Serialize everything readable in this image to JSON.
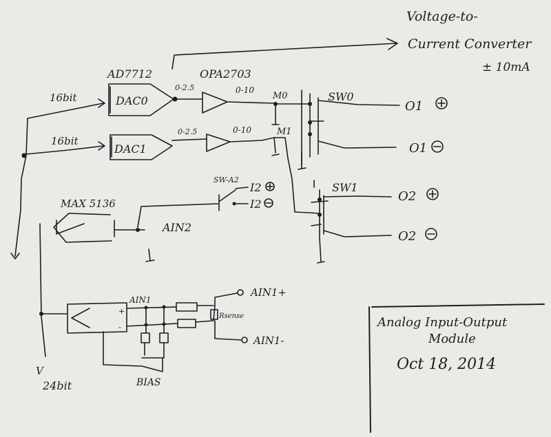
{
  "title_block": {
    "line1": "Analog Input-Output",
    "line2": "Module",
    "date": "Oct 18, 2014"
  },
  "converter_note": {
    "line1": "Voltage-to-",
    "line2": "Current Converter",
    "range": "± 10mA"
  },
  "bits": {
    "dac0_in": "16bit",
    "dac1_in": "16bit",
    "adc_out": "24bit",
    "v": "V"
  },
  "dac": {
    "dac0_part": "AD7712",
    "dac0_label": "DAC0",
    "dac1_label": "DAC1",
    "range0": "0-2.5",
    "range1": "0-2.5"
  },
  "opamp": {
    "part": "OPA2703",
    "range0": "0-10",
    "range1": "0-10"
  },
  "mux": {
    "m0": "M0",
    "m1": "M1"
  },
  "switches": {
    "sw0": "SW0",
    "sw1": "SW1",
    "sw_a2": "SW-A2"
  },
  "outputs": {
    "o1_plus": "O1",
    "o1_minus": "O1",
    "o2_plus": "O2",
    "o2_minus": "O2",
    "i2_plus": "I2",
    "i2_minus": "I2"
  },
  "adc": {
    "part": "MAX 5136",
    "ain2": "AIN2",
    "ain1": "AIN1",
    "rsense": "Rsense",
    "ain1_plus": "AIN1+",
    "ain1_minus": "AIN1-",
    "bias": "BIAS",
    "plus": "+",
    "minus": "-"
  }
}
